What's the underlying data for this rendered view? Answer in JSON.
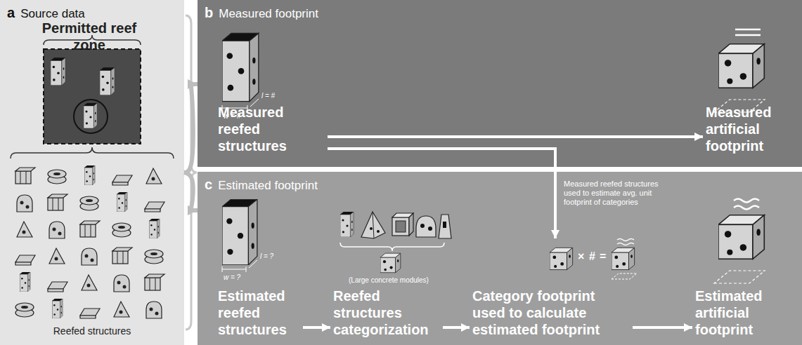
{
  "diagram": {
    "nodes": [
      {
        "text": [
          "a",
          "Source data"
        ]
      },
      {
        "text": [
          "Permitted reef zone"
        ],
        "in": 0
      },
      {
        "text": [
          "b",
          "Measured footprint"
        ]
      },
      {
        "text": [
          "Measured reefed structures"
        ],
        "in": 2
      },
      {
        "text": [
          "Measured artificial footprint"
        ],
        "in": 2
      },
      {
        "text": [
          "c",
          "Estimated footprint"
        ]
      },
      {
        "text": [
          "Estimated reefed structures"
        ],
        "in": 5
      },
      {
        "text": [
          "Reefed structures categorization"
        ],
        "in": 5
      },
      {
        "text": [
          "Category footprint used to calculate estimated footprint"
        ],
        "in": 5
      },
      {
        "text": [
          "Estimated artificial footprint"
        ],
        "in": 5
      }
    ],
    "edges": [
      {
        "from": 0,
        "to": 2,
        "arrow": "to"
      },
      {
        "from": 0,
        "to": 5,
        "arrow": "to"
      },
      {
        "from": 3,
        "to": 4,
        "arrow": "to"
      },
      {
        "from": 3,
        "to": 8,
        "label": "Measured reefed structures used to estimate avg. unit footprint of categories",
        "arrow": "to"
      },
      {
        "from": 6,
        "to": 7,
        "arrow": "to"
      },
      {
        "from": 7,
        "to": 8,
        "arrow": "to"
      },
      {
        "from": 8,
        "to": 9,
        "arrow": "to"
      }
    ],
    "labels": [
      "w = #",
      "l = #",
      "w = ?",
      "l = ?",
      "(Large concrete modules)",
      "×",
      "#",
      "=",
      "Reefed structures"
    ]
  }
}
